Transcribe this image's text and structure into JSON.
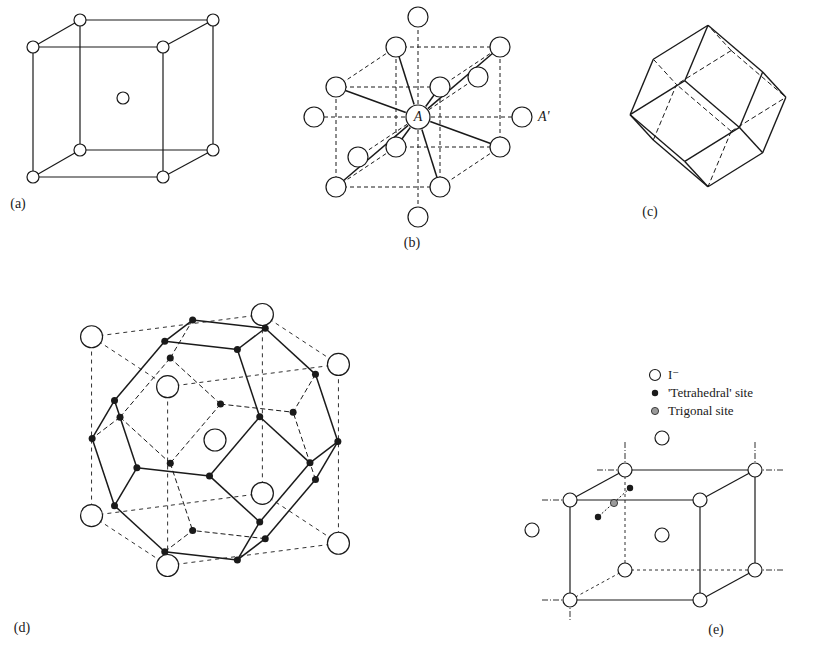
{
  "diagram": {
    "labels": [
      "(a)",
      "(b)",
      "(c)",
      "(d)",
      "(e)",
      "A",
      "A'"
    ],
    "legend": [
      {
        "text": "I⁻"
      },
      {
        "text": "'Tetrahedral' site"
      },
      {
        "text": "Trigonal site"
      }
    ]
  }
}
